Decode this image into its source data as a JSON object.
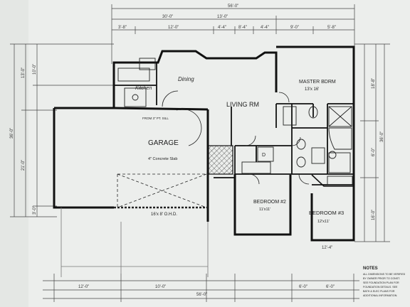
{
  "rooms": {
    "kitchen": "Kitchen",
    "dining": "Dining",
    "living": "LIVING RM",
    "master": "MASTER BDRM",
    "master_size": "13'x 16'",
    "garage": "GARAGE",
    "garage_slab": "4\" Concrete Slab",
    "garage_door": "16'x 8' O.H.D.",
    "bedroom2": "BEDROOM #2",
    "bedroom2_size": "11'x11'",
    "bedroom3": "BEDROOM #3",
    "bedroom3_size": "12'x11'",
    "closet_d": "D",
    "garage_note": "FROM 3\" PT. SILL"
  },
  "dimensions": {
    "overall_top": "56'-0\"",
    "top_row_1": [
      "30'-0\"",
      "13'-0\""
    ],
    "top_row_2": [
      "3'-8\"",
      "12'-0\"",
      "4'-4\"",
      "8'-4\"",
      "4'-4\"",
      "9'-0\"",
      "5'-8\""
    ],
    "left_overall": "36'-0\"",
    "left_row": [
      "13'-0\"",
      "10'-0\"",
      "21'-0\"",
      "3'-0\""
    ],
    "right_overall": "36'-0\"",
    "right_row": [
      "18'-8\"",
      "6'-0\"",
      "16'-0\""
    ],
    "bottom_overall": "56'-0\"",
    "bottom_row": [
      "12'-0\"",
      "10'-0\"",
      "6'-0\"",
      "6'-0\""
    ],
    "bedroom3_width": "12'-4\""
  },
  "notes": {
    "heading": "NOTES",
    "lines": [
      "ALL DIMENSIONS TO BE VERIFIED",
      "BY OWNER PRIOR TO CONST.",
      "SEE FOUNDATION PLAN FOR",
      "FOUNDATION DETAILS. SEE",
      "BATH & ELEC PLANS FOR",
      "ADDITIONAL INFORMATION."
    ]
  }
}
